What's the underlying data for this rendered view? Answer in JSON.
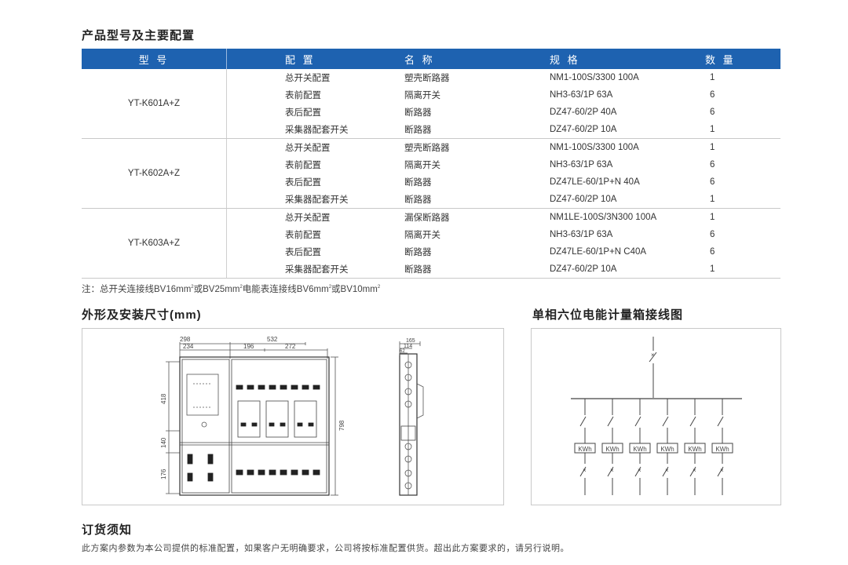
{
  "section_titles": {
    "models": "产品型号及主要配置",
    "dimensions": "外形及安装尺寸(mm)",
    "wiring": "单相六位电能计量箱接线图",
    "ordering": "订货须知"
  },
  "table": {
    "headers": [
      "型 号",
      "配 置",
      "名 称",
      "规 格",
      "数 量"
    ],
    "groups": [
      {
        "model": "YT-K601A+Z",
        "rows": [
          {
            "config": "总开关配置",
            "name": "塑壳断路器",
            "spec": "NM1-100S/3300 100A",
            "qty": "1"
          },
          {
            "config": "表前配置",
            "name": "隔离开关",
            "spec": "NH3-63/1P 63A",
            "qty": "6"
          },
          {
            "config": "表后配置",
            "name": "断路器",
            "spec": "DZ47-60/2P  40A",
            "qty": "6"
          },
          {
            "config": "采集器配套开关",
            "name": "断路器",
            "spec": "DZ47-60/2P  10A",
            "qty": "1"
          }
        ]
      },
      {
        "model": "YT-K602A+Z",
        "rows": [
          {
            "config": "总开关配置",
            "name": "塑壳断路器",
            "spec": "NM1-100S/3300 100A",
            "qty": "1"
          },
          {
            "config": "表前配置",
            "name": "隔离开关",
            "spec": "NH3-63/1P 63A",
            "qty": "6"
          },
          {
            "config": "表后配置",
            "name": "断路器",
            "spec": "DZ47LE-60/1P+N  40A",
            "qty": "6"
          },
          {
            "config": "采集器配套开关",
            "name": "断路器",
            "spec": "DZ47-60/2P  10A",
            "qty": "1"
          }
        ]
      },
      {
        "model": "YT-K603A+Z",
        "rows": [
          {
            "config": "总开关配置",
            "name": "漏保断路器",
            "spec": "NM1LE-100S/3N300 100A",
            "qty": "1"
          },
          {
            "config": "表前配置",
            "name": "隔离开关",
            "spec": "NH3-63/1P 63A",
            "qty": "6"
          },
          {
            "config": "表后配置",
            "name": "断路器",
            "spec": "DZ47LE-60/1P+N  C40A",
            "qty": "6"
          },
          {
            "config": "采集器配套开关",
            "name": "断路器",
            "spec": "DZ47-60/2P  10A",
            "qty": "1"
          }
        ]
      }
    ]
  },
  "note": {
    "p1": "注：总开关连接线BV16mm",
    "sup1": "2",
    "p2": "或BV25mm",
    "sup2": "2",
    "p3": "电能表连接线BV6mm",
    "sup3": "2",
    "p4": "或BV10mm",
    "sup4": "2"
  },
  "dimensions": {
    "width_total": "298",
    "width_left_inner": "234",
    "width_right": "532",
    "width_mid": "196",
    "width_right_inner": "272",
    "height_top": "418",
    "height_mid": "140",
    "height_bottom": "176",
    "height_total": "798",
    "depth_total": "165",
    "depth_a": "114",
    "depth_b": "62"
  },
  "wiring": {
    "meter_label": "KWh",
    "meter_count": 6
  },
  "ordering_text": "此方案内参数为本公司提供的标准配置，如果客户无明确要求，公司将按标准配置供货。超出此方案要求的，请另行说明。"
}
